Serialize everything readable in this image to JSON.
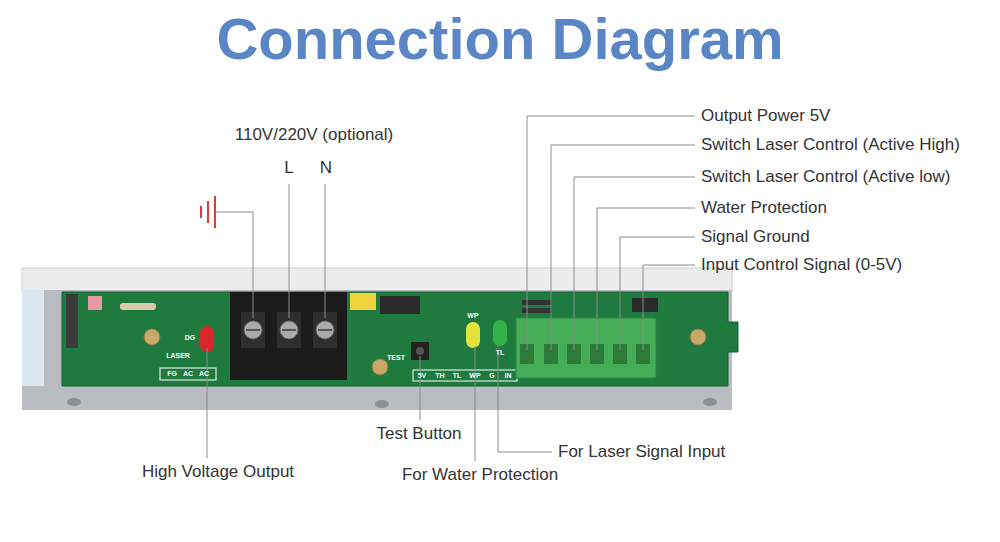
{
  "diagram": {
    "title": "Connection Diagram",
    "labels": [
      "110V/220V (optional)",
      "L",
      "N",
      "Output Power 5V",
      "Switch Laser Control (Active High)",
      "Switch Laser Control (Active low)",
      "Water Protection",
      "Signal Ground",
      "Input Control Signal (0-5V)",
      "Test Button",
      "High Voltage Output",
      "For Water Protection",
      "For Laser Signal Input",
      "DG",
      "LASER",
      "FG",
      "AC",
      "AC",
      "TEST",
      "5V",
      "TH",
      "TL",
      "WP",
      "G",
      "IN",
      "WP",
      "TL"
    ]
  }
}
